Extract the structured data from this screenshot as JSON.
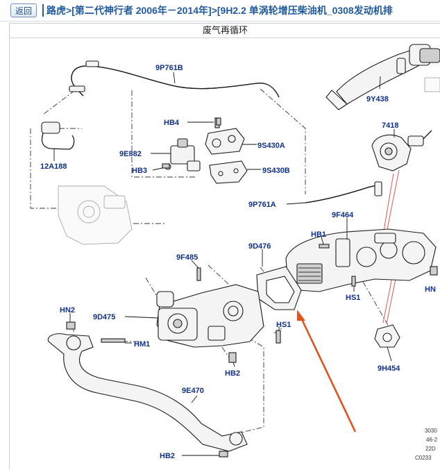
{
  "header": {
    "back_label": "返回",
    "breadcrumb": "路虎>[第二代神行者 2006年－2014年]>[9H2.2 单涡轮增压柴油机_0308发动机排"
  },
  "diagram": {
    "title": "废气再循环",
    "callouts": {
      "c_9P761B": "9P761B",
      "c_HB4": "HB4",
      "c_9E882": "9E882",
      "c_9S430A": "9S430A",
      "c_HB3": "HB3",
      "c_9S430B": "9S430B",
      "c_12A188": "12A188",
      "c_9P761A": "9P761A",
      "c_9Y438": "9Y438",
      "c_7418": "7418",
      "c_9F464": "9F464",
      "c_HB1": "HB1",
      "c_9D476": "9D476",
      "c_9F485": "9F485",
      "c_HN_right": "HN",
      "c_HS1_top": "HS1",
      "c_HN2": "HN2",
      "c_9D475": "9D475",
      "c_HM1": "HM1",
      "c_HS1_low": "HS1",
      "c_HB2_mid": "HB2",
      "c_9H454": "9H454",
      "c_9E470": "9E470",
      "c_HB2_bottom": "HB2"
    },
    "ref_codes": {
      "r1": "3030",
      "r2": "46-2",
      "r3": "22D",
      "r4": "C0233"
    },
    "colors": {
      "callout_text": "#0f2f8a",
      "annotation_arrow": "#e0521e",
      "highlight_lines": "#e05555"
    }
  }
}
